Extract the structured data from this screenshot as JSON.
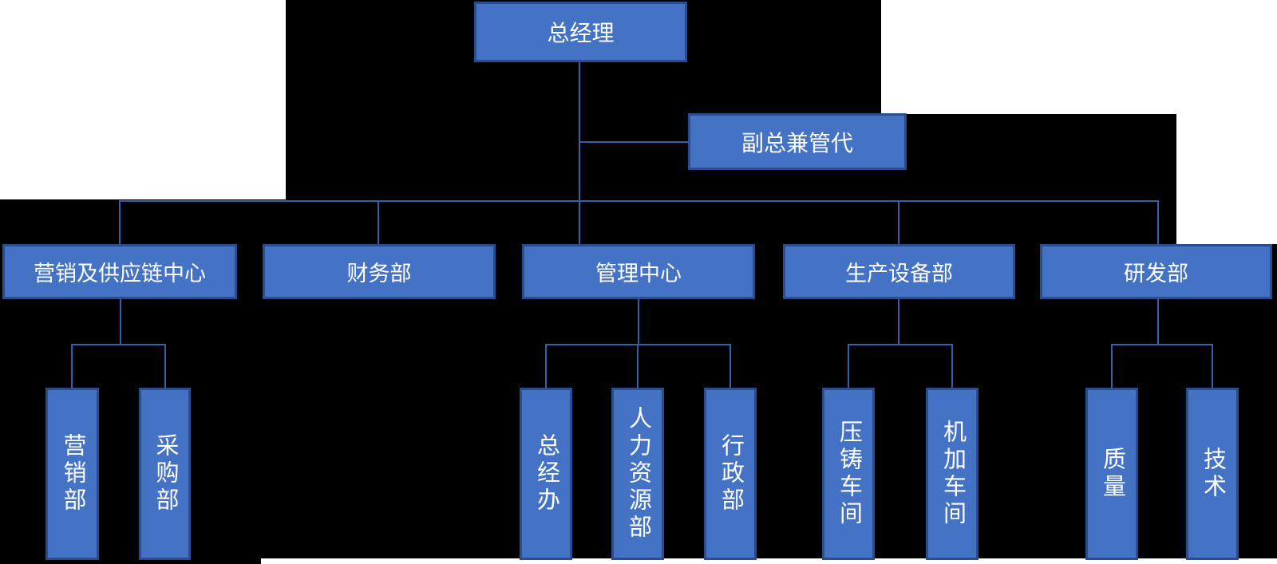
{
  "org": {
    "root": {
      "label": "总经理"
    },
    "deputy": {
      "label": "副总兼管代"
    },
    "departments": [
      {
        "label": "营销及供应链中心",
        "children": [
          "营销部",
          "采购部"
        ]
      },
      {
        "label": "财务部",
        "children": []
      },
      {
        "label": "管理中心",
        "children": [
          "总经办",
          "人力资源部",
          "行政部"
        ]
      },
      {
        "label": "生产设备部",
        "children": [
          "压铸车间",
          "机加车间"
        ]
      },
      {
        "label": "研发部",
        "children": [
          "质量",
          "技术"
        ]
      }
    ],
    "colors": {
      "box_fill": "#4472c4",
      "box_border": "#2a4d8f",
      "connector_line": "#3161ae",
      "text": "#ffffff",
      "canvas_background": "#000000",
      "page_background": "#ffffff"
    }
  }
}
